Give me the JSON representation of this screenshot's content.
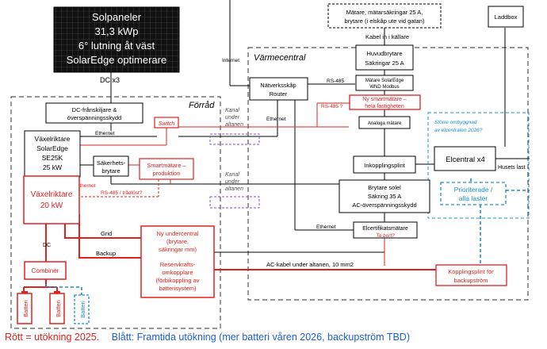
{
  "areas": {
    "forrad": "Förråd",
    "varmecentral": "Värmecentral"
  },
  "solar": {
    "lines": [
      "Solpaneler",
      "31,3 kWp",
      "6° lutning åt väst",
      "SolarEdge optimerare"
    ],
    "dc_label": "DC x3"
  },
  "meter_top": {
    "lines": [
      "Mätare, mätarsäkringar 25 A,",
      "brytare (i elskåp ute vid gatan)"
    ],
    "cable_label": "Kabel in i källare"
  },
  "laddbox": "Laddbox",
  "internet": "Internet",
  "network_cabinet": [
    "Nätverksskåp",
    "Router"
  ],
  "rs485": "RS-485",
  "rs485_q": "RS-485 ?",
  "rs485_wireless": "RS-485 / trådlöst?",
  "ethernet": "Ethernet",
  "main_breaker": [
    "Huvudbrytare",
    "Säkringar 25 A"
  ],
  "solaredge_meter": [
    "Mätare SolarEdge",
    "WND Modbus"
  ],
  "new_smart_meter": [
    "Ny smartmätare –",
    "hela fastigheten"
  ],
  "analog_meter": "Analoga mätare",
  "future_building": [
    "Större ombyggnad",
    "av elcentralen 2026?"
  ],
  "dc_disconnect": [
    "DC-frånskiljare &",
    "överspänningsskydd"
  ],
  "switch": "Switch",
  "inverter1": [
    "Växelriktare",
    "SolarEdge",
    "SE25K",
    "25 kW"
  ],
  "safety_switch": [
    "Säkerhets-",
    "brytare"
  ],
  "smart_meter_prod": [
    "Smartmätare –",
    "produktion"
  ],
  "channel": [
    "Kanal",
    "under",
    "altanen"
  ],
  "inkopplingsplint": "Inkopplingsplint",
  "elcentral": "Elcentral x4",
  "husets_last": "Husets last",
  "prioriterade": [
    "Prioriterade /",
    "alla laster"
  ],
  "brytare_solel": [
    "Brytare solel",
    "Säkring 35 A",
    "AC-överspänningsskydd"
  ],
  "inverter2": [
    "Växelriktare",
    "20 kW"
  ],
  "elcert": "Elcertifikatsmätare",
  "ta_bort": "Ta bort?",
  "dc": "DC",
  "grid": "Grid",
  "backup": "Backup",
  "undercentral": [
    "Ny undercentral",
    "(brytare,",
    "säkringar mm)"
  ],
  "reserve": [
    "Reservkrafts-",
    "omkopplare",
    "(förbikoppling av",
    "batterisystem)"
  ],
  "ac_cable": "AC-kabel under altanen, 10 mm2",
  "kopplingsplint": [
    "Kopplingsplint för",
    "backupström"
  ],
  "combiner": "Combiner",
  "batteri": "Batteri",
  "legend": {
    "red": "Rött = utökning 2025.",
    "blue": "Blått: Framtida utökning (mer batteri våren 2026, backupström TBD)"
  },
  "colors": {
    "red": "#e0211f",
    "blue": "#1b8fd6",
    "purple": "#8a4fc9",
    "black": "#000000",
    "grey": "#555555"
  }
}
